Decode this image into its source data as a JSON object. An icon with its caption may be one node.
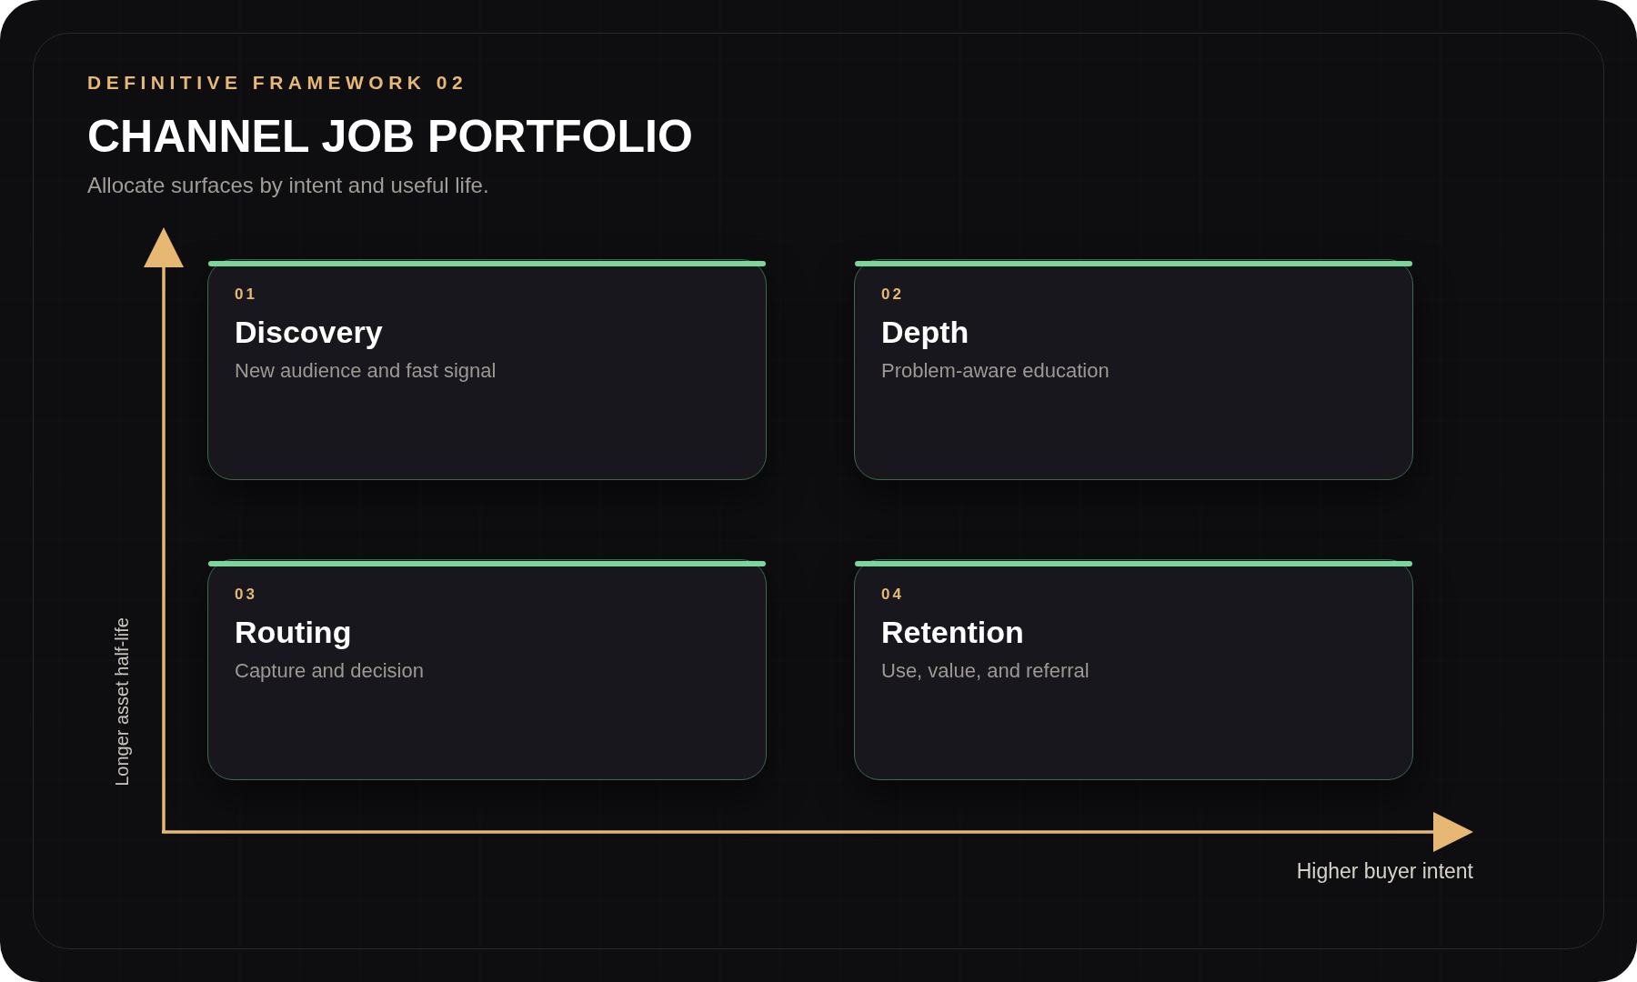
{
  "diagram": {
    "title": "CHANNEL JOB PORTFOLIO",
    "nodes": [
      {
        "text": [
          "01",
          "Discovery",
          "New audience and fast signal"
        ]
      },
      {
        "text": [
          "02",
          "Depth",
          "Problem-aware education"
        ]
      },
      {
        "text": [
          "03",
          "Routing",
          "Capture and decision"
        ]
      },
      {
        "text": [
          "04",
          "Retention",
          "Use, value, and referral"
        ]
      }
    ],
    "labels": [
      "DEFINITIVE FRAMEWORK 02",
      "Allocate surfaces by intent and useful life.",
      "Longer asset half-life",
      "Higher buyer intent"
    ]
  }
}
